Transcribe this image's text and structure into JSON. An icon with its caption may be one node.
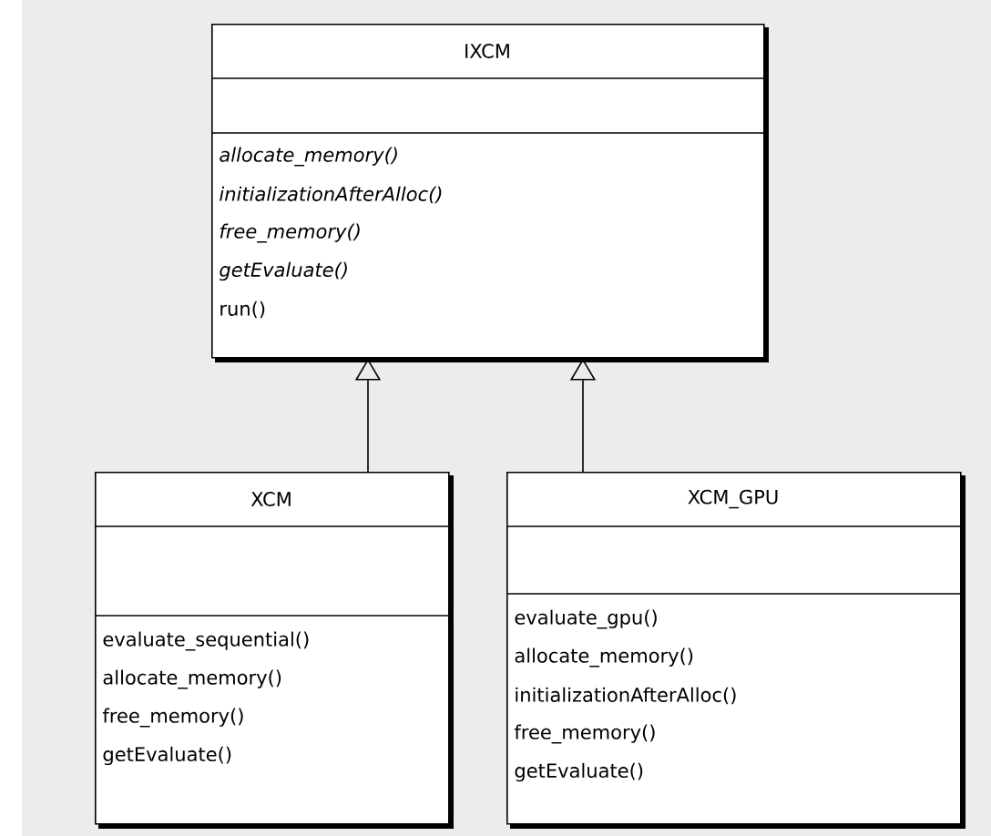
{
  "diagram": {
    "nodes": [
      {
        "text": [
          "IXCM",
          "*allocate_memory()*",
          "*initializationAfterAlloc()*",
          "*free_memory()*",
          "*getEvaluate()*",
          "run()"
        ]
      },
      {
        "text": [
          "XCM",
          "evaluate_sequential()",
          "allocate_memory()",
          "free_memory()",
          "getEvaluate()"
        ]
      },
      {
        "text": [
          "XCM_GPU",
          "evaluate_gpu()",
          "allocate_memory()",
          "initializationAfterAlloc()",
          "free_memory()",
          "getEvaluate()"
        ]
      }
    ],
    "edges": [
      {
        "from": 1,
        "to": 0,
        "arrow": "to"
      },
      {
        "from": 2,
        "to": 0,
        "arrow": "to"
      }
    ]
  }
}
